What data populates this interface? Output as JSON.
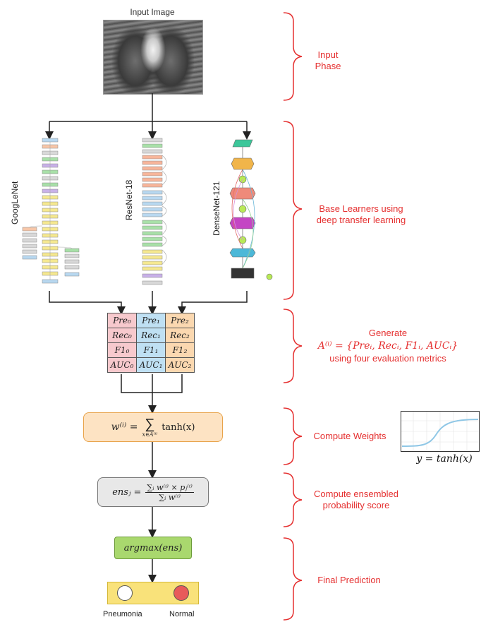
{
  "input_image_label": "Input Image",
  "phases": {
    "input": [
      "Input",
      "Phase"
    ],
    "base": [
      "Base Learners using",
      "deep transfer learning"
    ],
    "generate": {
      "line1": "Generate",
      "formula": "A⁽ⁱ⁾ = {Preᵢ, Recᵢ, F1ᵢ, AUCᵢ}",
      "line3": "using four evaluation metrics"
    },
    "weights": "Compute Weights",
    "ensemble": [
      "Compute ensembled",
      "probability score"
    ],
    "final": "Final Prediction"
  },
  "networks": {
    "googlenet": "GoogLeNet",
    "resnet": "ResNet-18",
    "densenet": "DenseNet-121"
  },
  "metrics_table": {
    "rows": [
      [
        "Pre₀",
        "Pre₁",
        "Pre₂"
      ],
      [
        "Rec₀",
        "Rec₁",
        "Rec₂"
      ],
      [
        "F1₀",
        "F1₁",
        "F1₂"
      ],
      [
        "AUC₀",
        "AUC₁",
        "AUC₂"
      ]
    ]
  },
  "weights_formula": {
    "lhs": "w⁽ⁱ⁾ =",
    "sum": "∑",
    "sub": "x∈A⁽ⁱ⁾",
    "rhs": "tanh(x)"
  },
  "ensemble_formula": {
    "lhs": "ensⱼ =",
    "num": "∑ᵢ w⁽ⁱ⁾ × pⱼ⁽ⁱ⁾",
    "den": "∑ᵢ w⁽ⁱ⁾"
  },
  "argmax_label": "argmax(ens)",
  "tanh_label": "y = tanh(x)",
  "outputs": {
    "left": "Pneumonia",
    "right": "Normal"
  },
  "colors": {
    "accent_red": "#e53030",
    "weights_fill": "#fde3c3",
    "weights_border": "#e8a34a",
    "ensemble_fill": "#e8e8e8",
    "argmax_fill": "#a9d86e",
    "output_fill": "#f9e27a",
    "normal_circle": "#e85a5a"
  }
}
